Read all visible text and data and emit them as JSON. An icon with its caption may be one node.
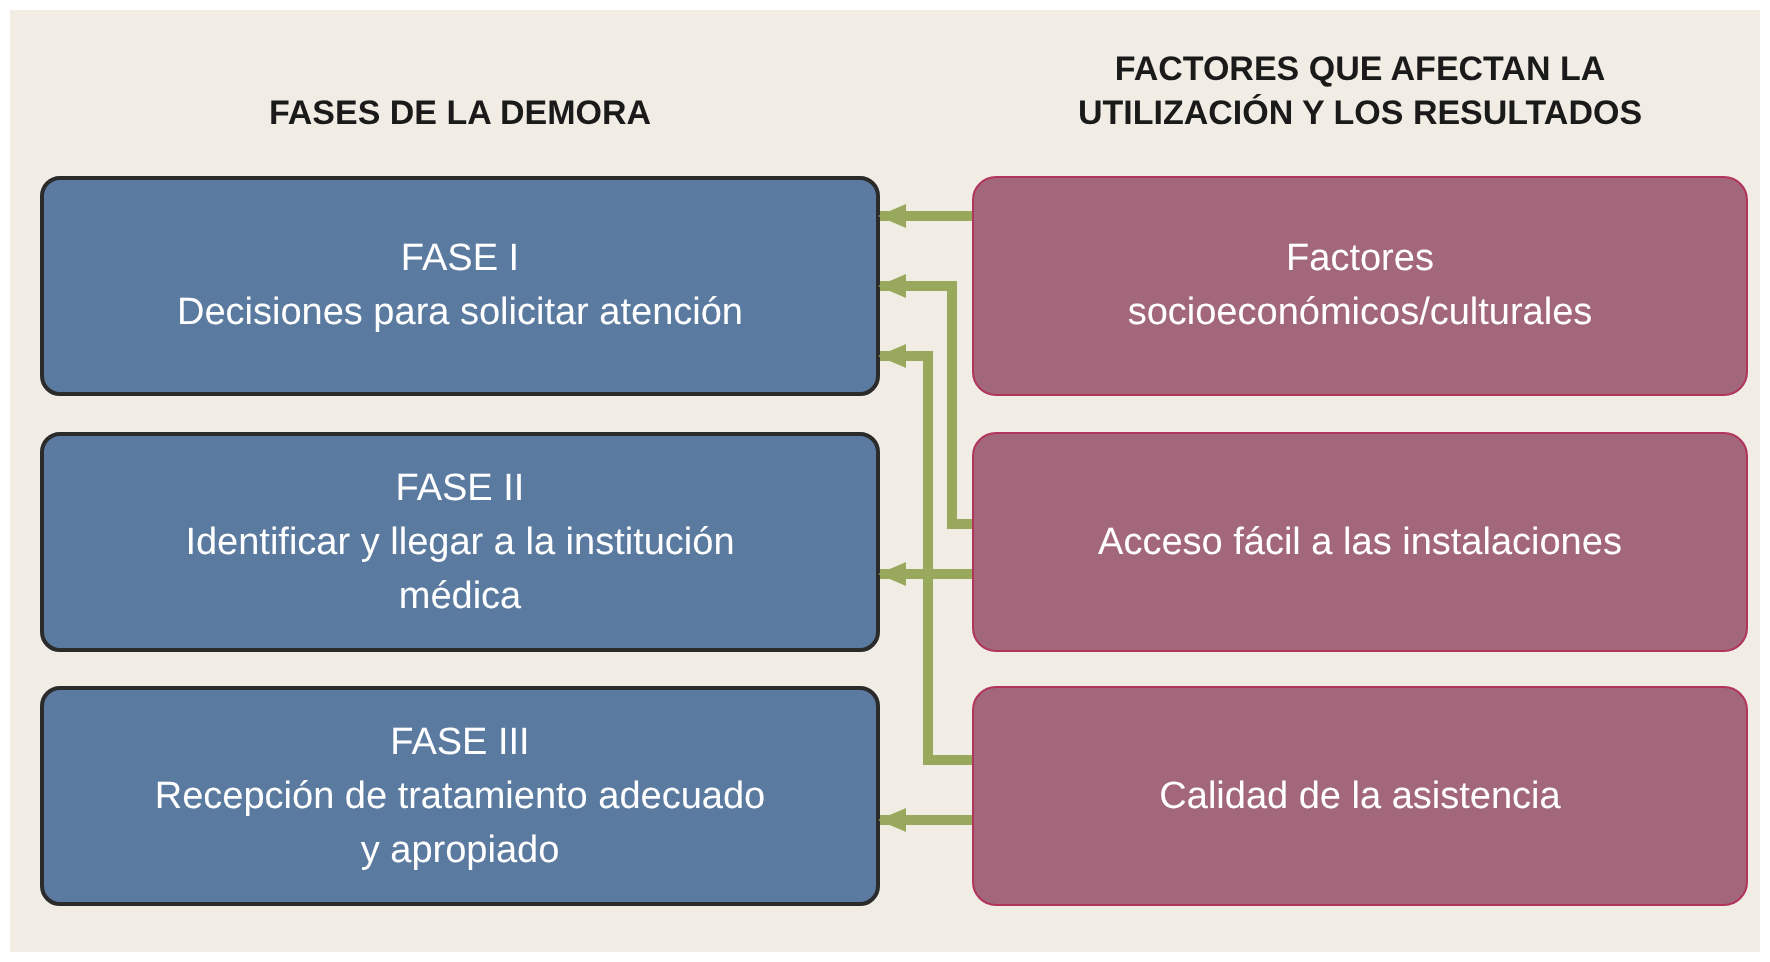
{
  "diagram": {
    "nodes": [
      {
        "text": [
          "FASE I",
          "Decisiones para solicitar atención"
        ]
      },
      {
        "text": [
          "FASE II",
          "Identificar y llegar a la institución médica"
        ]
      },
      {
        "text": [
          "FASE III",
          "Recepción de tratamiento adecuado y apropiado"
        ]
      },
      {
        "text": [
          "Factores socioeconómicos/culturales"
        ]
      },
      {
        "text": [
          "Acceso fácil a las instalaciones"
        ]
      },
      {
        "text": [
          "Calidad de la asistencia"
        ]
      }
    ],
    "edges": [
      {
        "from": 3,
        "to": 0,
        "arrow": "to"
      },
      {
        "from": 4,
        "to": 0,
        "arrow": "to"
      },
      {
        "from": 5,
        "to": 0,
        "arrow": "to"
      },
      {
        "from": 4,
        "to": 1,
        "arrow": "to"
      },
      {
        "from": 5,
        "to": 2,
        "arrow": "to"
      }
    ],
    "labels": [
      "FASES DE LA DEMORA",
      "FACTORES QUE AFECTAN LA UTILIZACIÓN Y LOS RESULTADOS"
    ]
  }
}
